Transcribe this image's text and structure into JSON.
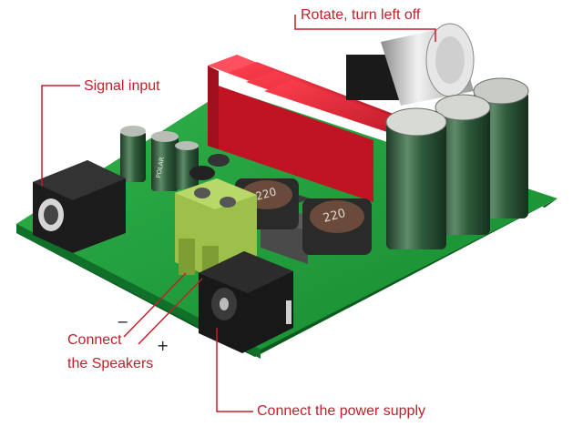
{
  "labels": {
    "rotate": "Rotate, turn left off",
    "signal_input": "Signal input",
    "connect_line1": "Connect",
    "connect_line2": "the Speakers",
    "power_supply": "Connect the power supply",
    "minus": "−",
    "plus": "+"
  },
  "board_markings": {
    "inductor_1": "220",
    "inductor_2": "220",
    "cap_marking": "POLAR"
  },
  "colors": {
    "annotation": "#c0202a",
    "pcb_green": "#1f9e3a",
    "heatsink_red": "#d8182a",
    "terminal_green": "#8fb43a",
    "capacitor_green": "#2f5a3a"
  }
}
